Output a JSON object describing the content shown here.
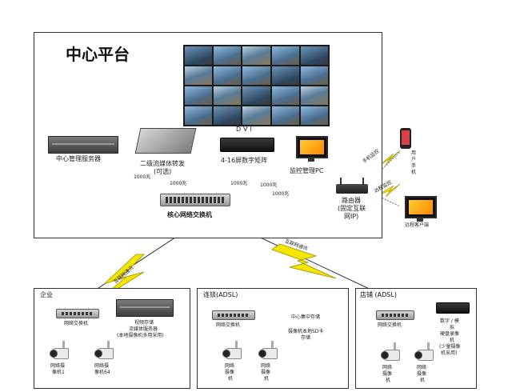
{
  "center_platform": {
    "title": "中心平台",
    "video_wall_label": "DVI",
    "devices": {
      "mgmt_server": "中心管理服务器",
      "stream_server_line1": "二级流媒体转发",
      "stream_server_line2": "(可选)",
      "matrix": "4-16屏数字矩阵",
      "monitor_pc": "监控管理PC",
      "core_switch": "核心网络交换机",
      "router_line1": "路由器",
      "router_line2": "(固定互联",
      "router_line3": "网IP)"
    },
    "link_speeds": {
      "mgmt_to_switch": "1000兆",
      "stream_to_switch": "1000兆",
      "matrix_to_switch": "1000兆",
      "pc_to_switch": "1000兆",
      "router_to_switch": "1000兆"
    },
    "remote": {
      "phone_line1": "用",
      "phone_line2": "户",
      "phone_line3": "手",
      "phone_line4": "机",
      "phone_link": "手机监控",
      "client_link": "远程监控",
      "client_pc": "远程客户端"
    }
  },
  "links": {
    "left_internet": "互联网通讯",
    "right_internet": "互联网通讯"
  },
  "enterprise": {
    "title": "企业",
    "switch": "网络交换机",
    "server_line1": "视频存储",
    "server_line2": "流媒体服务器",
    "server_line3": "(本地摄像机多用采用)",
    "cam1_line1": "网络摄",
    "cam1_line2": "像机1",
    "cam2_line1": "网络摄",
    "cam2_line2": "像机64"
  },
  "chain": {
    "title": "连锁(ADSL)",
    "switch": "网络交换机",
    "note_line1": "中心集中存储",
    "note_line2": "摄像机本地SD卡",
    "note_line3": "存储",
    "cam1_line1": "网络",
    "cam1_line2": "摄像",
    "cam1_line3": "机",
    "cam2_line1": "网络",
    "cam2_line2": "摄像",
    "cam2_line3": "机"
  },
  "store": {
    "title": "店铺 (ADSL)",
    "switch": "网络交换机",
    "dvr_line1": "数字 / 模",
    "dvr_line2": "拟",
    "dvr_line3": "硬盘录像",
    "dvr_line4": "机",
    "dvr_line5": "(少量摄像",
    "dvr_line6": "机采用)",
    "cam1_line1": "网络",
    "cam1_line2": "摄像",
    "cam1_line3": "机",
    "cam2_line1": "网络",
    "cam2_line2": "摄像",
    "cam2_line3": "机"
  },
  "colors": {
    "lightning": "#f5e600",
    "lightning_stroke": "#9a8f00",
    "link_line": "#555555"
  }
}
